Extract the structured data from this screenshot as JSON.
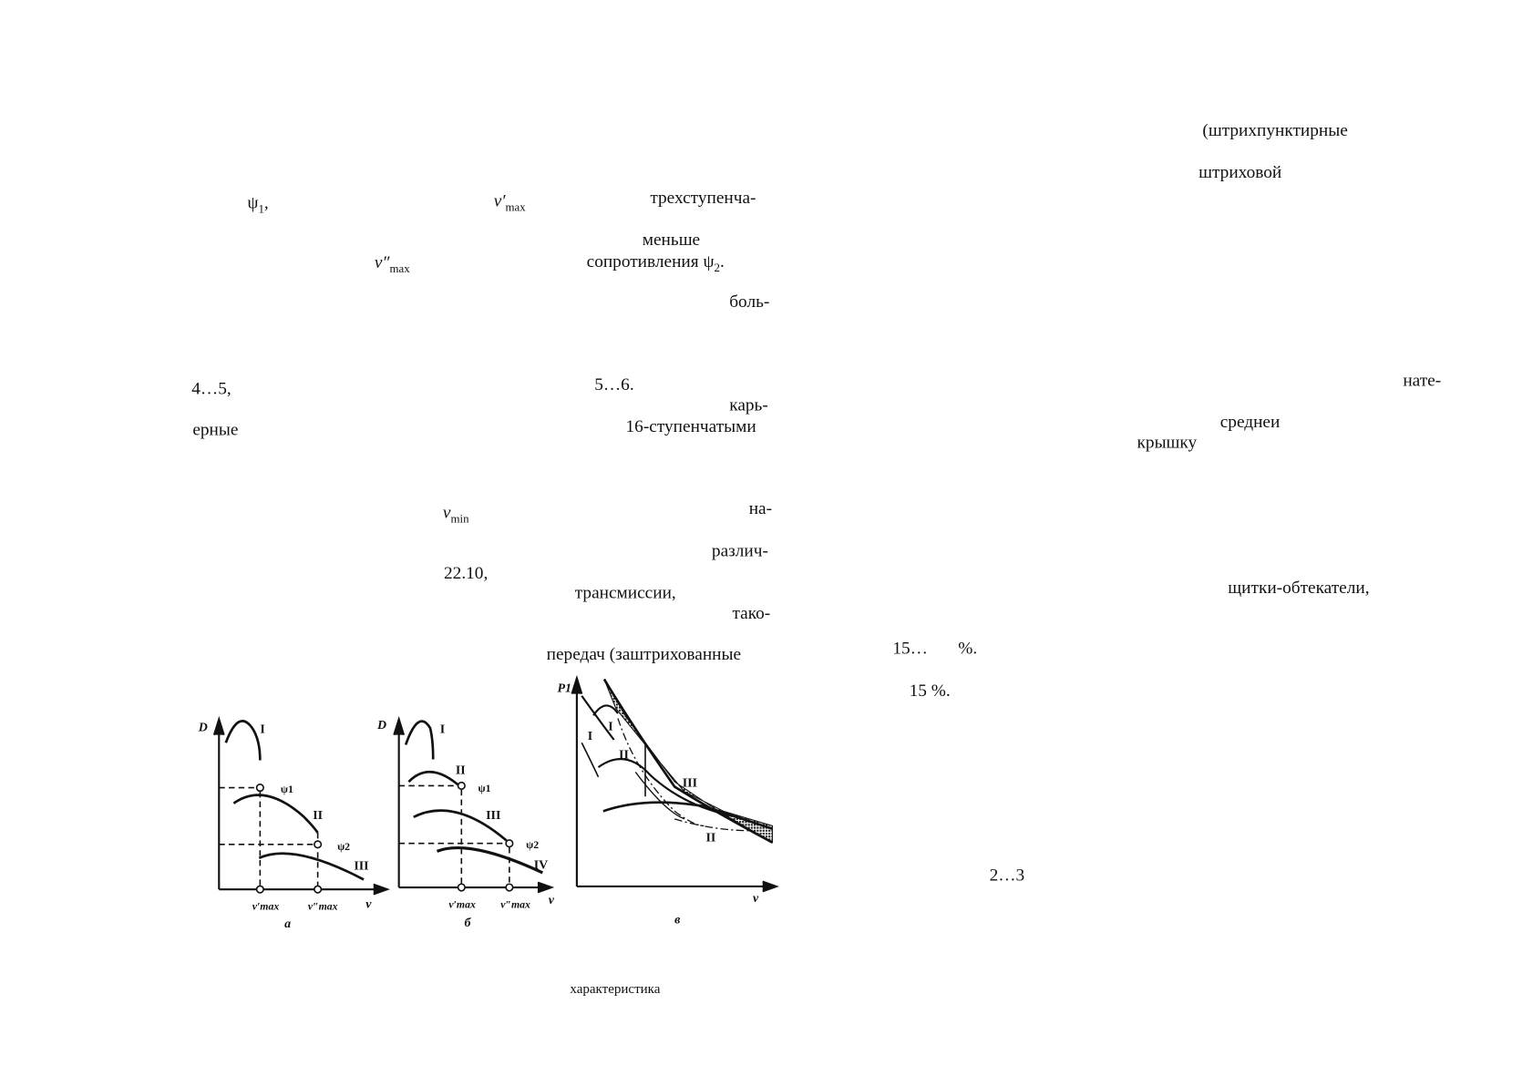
{
  "words": {
    "w1": "(штрихпунктирные",
    "w2": "штриховой",
    "psi1": "ψ",
    "psi1_sub": "1",
    "psi1_comma": ",",
    "vmax1": "v′",
    "vmax1_sub": "max",
    "w3": "трехступенча-",
    "w4": "меньше",
    "vmax2": "v″",
    "vmax2_sub": "max",
    "w5": "сопротивления ψ",
    "w5_sub": "2",
    "w5_end": ".",
    "w6": "боль-",
    "w7": "4…5,",
    "w8": "5…6.",
    "w9": "нате-",
    "w10": "карь-",
    "w11": "ерные",
    "w12": "16-ступенчатыми",
    "w13": "среднеи",
    "w14": "крышку",
    "vmin": "v",
    "vmin_sub": "min",
    "w15": "на-",
    "w16": "различ-",
    "w17": "22.10,",
    "w18": "трансмиссии,",
    "w19": "щитки-обтекатели,",
    "w20": "тако-",
    "w21": "15…",
    "w22": "%.",
    "w23": "передач  (заштрихованные",
    "w24": "15 %.",
    "w25": "2…3",
    "caption": "характеристика"
  },
  "figure": {
    "a": {
      "ylabel": "D",
      "xlabel": "v",
      "curves": [
        "I",
        "II",
        "III"
      ],
      "psi1": "ψ1",
      "psi2": "ψ2",
      "vmax1": "v′max",
      "vmax2": "v″max",
      "label": "а"
    },
    "b": {
      "ylabel": "D",
      "xlabel": "v",
      "curves": [
        "I",
        "II",
        "III",
        "IV"
      ],
      "psi1": "ψ1",
      "psi2": "ψ2",
      "vmax1": "v′max",
      "vmax2": "v″max",
      "label": "б"
    },
    "c": {
      "ylabel": "P1",
      "xlabel": "v",
      "curves": [
        "I",
        "I",
        "II",
        "III",
        "II"
      ],
      "label": "в"
    }
  }
}
